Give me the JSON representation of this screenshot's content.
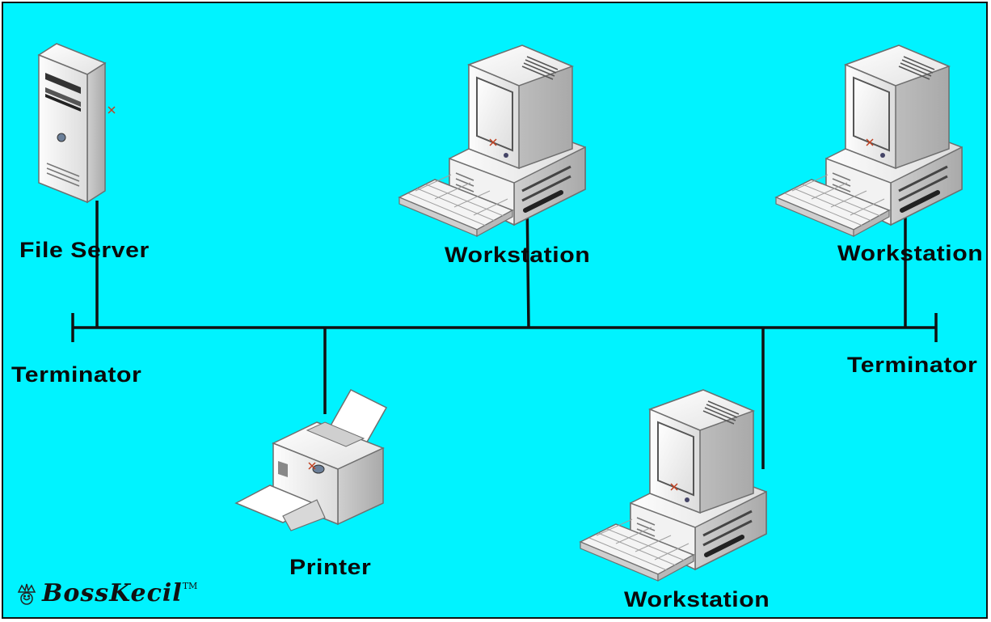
{
  "labels": {
    "file_server": "File Server",
    "workstation_top_center": "Workstation",
    "workstation_top_right": "Workstation",
    "workstation_bottom": "Workstation",
    "printer": "Printer",
    "terminator_left": "Terminator",
    "terminator_right": "Terminator"
  },
  "watermark": {
    "text": "BossKecil",
    "tm": "TM"
  },
  "colors": {
    "background": "#00f3ff",
    "line": "#111111",
    "device_body": "#e8e8e8",
    "device_shadow": "#b0b0b0",
    "screen": "#f4f4f4"
  },
  "icons": [
    "server-icon",
    "workstation-icon",
    "printer-icon",
    "crown-icon"
  ]
}
